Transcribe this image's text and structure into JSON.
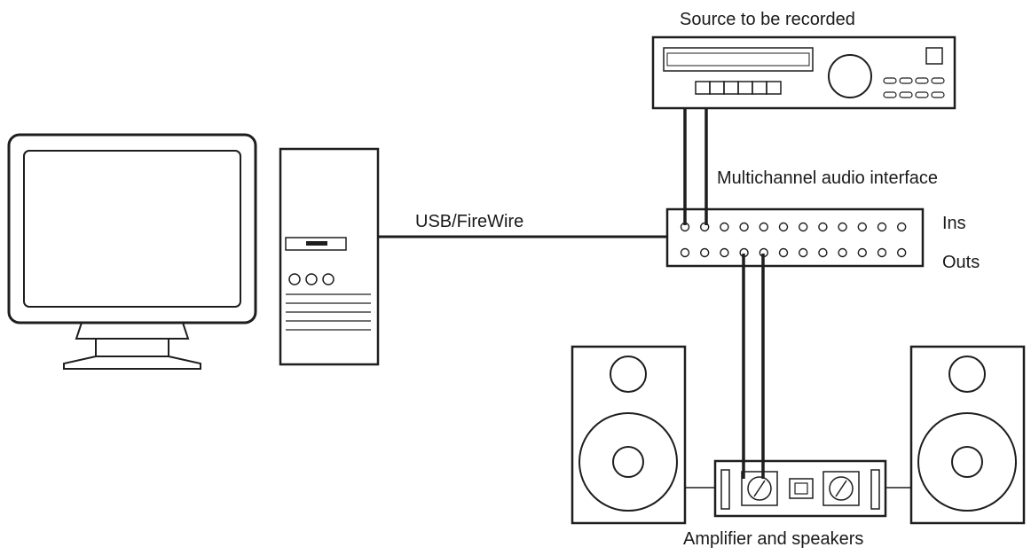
{
  "labels": {
    "source": "Source to be recorded",
    "interface": "Multichannel audio interface",
    "connection": "USB/FireWire",
    "ins": "Ins",
    "outs": "Outs",
    "amplifier": "Amplifier and speakers"
  },
  "devices": {
    "monitor": "monitor-icon",
    "tower": "computer-tower-icon",
    "source_deck": "recorder-deck-icon",
    "interface": "audio-interface-icon",
    "left_speaker": "speaker-icon",
    "right_speaker": "speaker-icon",
    "amplifier": "amplifier-icon"
  },
  "colors": {
    "line": "#1e1e1e",
    "background": "#ffffff"
  }
}
